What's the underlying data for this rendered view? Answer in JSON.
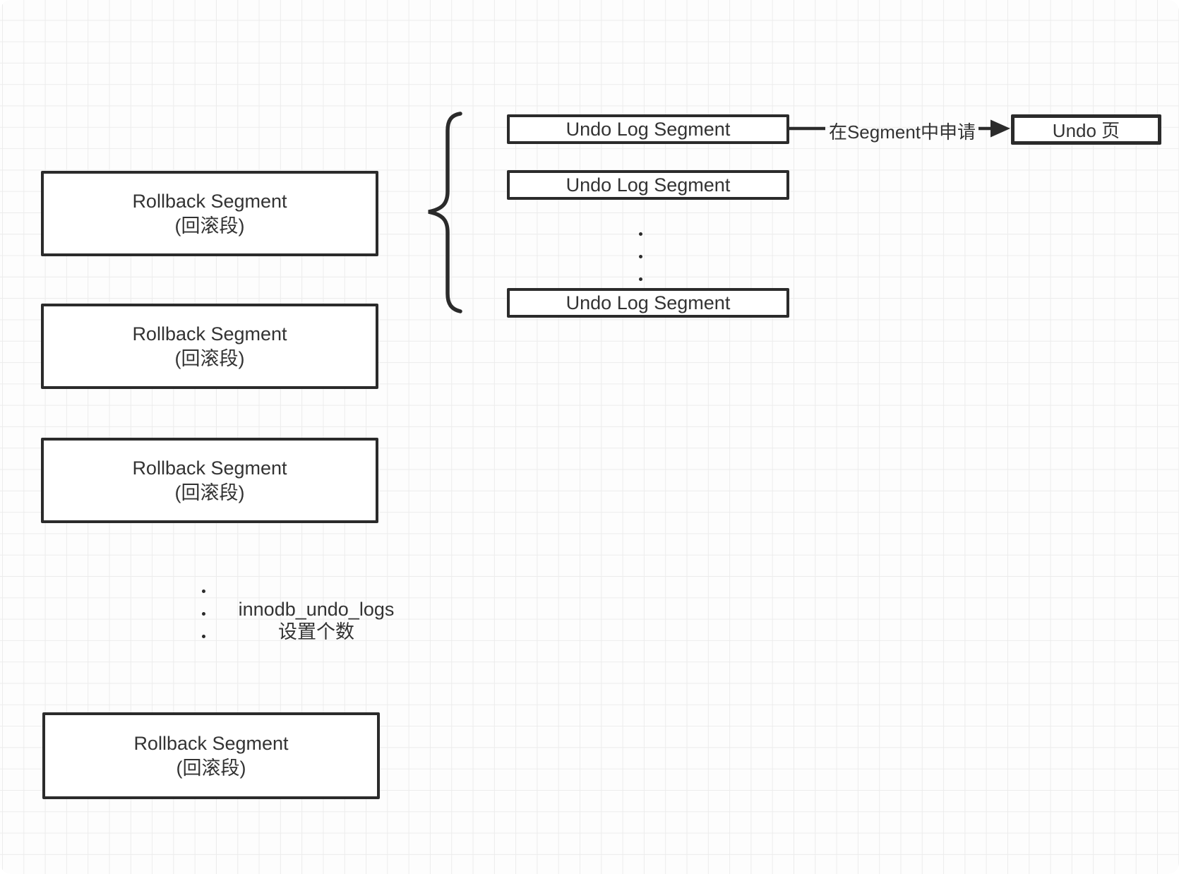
{
  "diagram": {
    "rollback_box": {
      "title": "Rollback Segment",
      "subtitle": "(回滚段)"
    },
    "undo_log_box": {
      "label": "Undo Log Segment"
    },
    "undo_page_box": {
      "label": "Undo 页"
    },
    "arrow_label": "在Segment中申请",
    "note": {
      "line1": "innodb_undo_logs",
      "line2": "设置个数"
    },
    "colors": {
      "stroke": "#2b2b2b",
      "grid": "#ececec",
      "background": "#fdfdfd"
    }
  }
}
